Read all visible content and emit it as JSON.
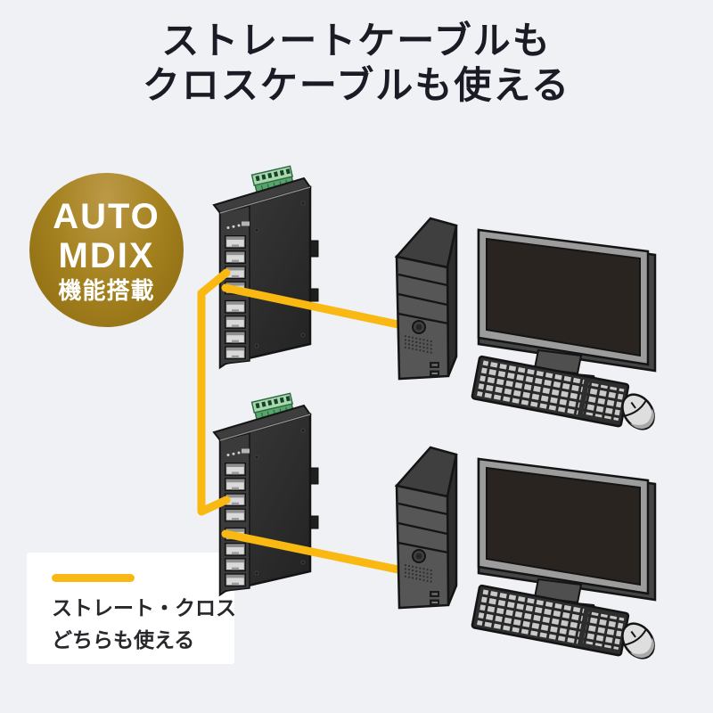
{
  "title": {
    "line1": "ストレートケーブルも",
    "line2": "クロスケーブルも使える"
  },
  "badge": {
    "line1": "AUTO",
    "line2": "MDIX",
    "line3": "機能搭載"
  },
  "legend": {
    "line1": "ストレート・クロス",
    "line2": "どちらも使える"
  },
  "colors": {
    "background": "#EFF1F5",
    "title_text": "#1B1B26",
    "cable_yellow": "#F9B812",
    "badge_gold_top": "#BB9947",
    "badge_gold_bottom": "#8A6A12",
    "badge_text": "#FFFFFF",
    "legend_bg": "#FFFFFF",
    "legend_text": "#28282C",
    "switch_body": "#2B2B2B",
    "terminal_block_green": "#57A46C",
    "rj45_port_face": "#D9D9D9",
    "tower_gray": "#565656",
    "monitor_bezel": "#9C9C9C",
    "monitor_screen": "#2A2421",
    "keyboard_keys": "#C9C9C9"
  },
  "icons": {
    "switch": "industrial-ethernet-switch-illustration",
    "computer": "desktop-pc-illustration",
    "cable": "lan-cable-yellow-line"
  }
}
